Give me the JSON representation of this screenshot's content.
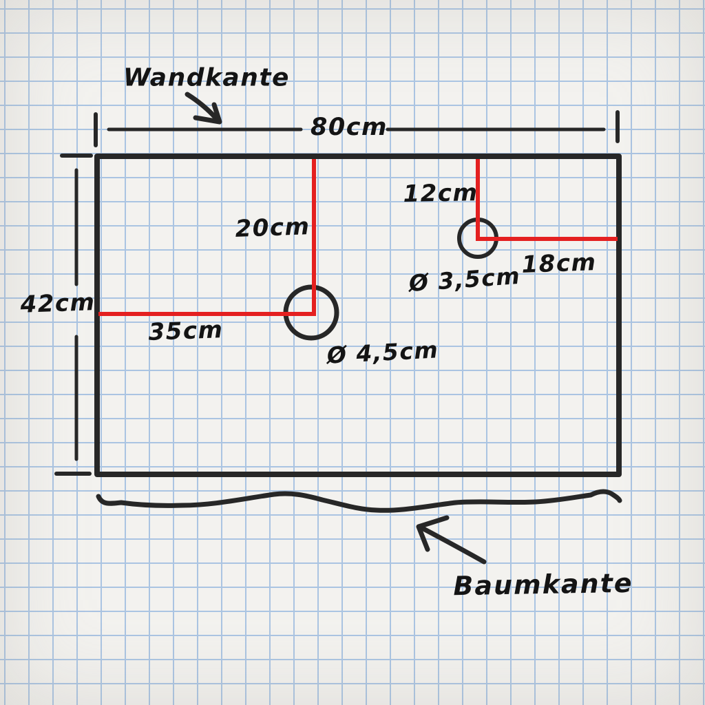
{
  "sketch": {
    "annotations": {
      "wall_edge_label": "Wandkante",
      "board_edge_label": "Baumkante"
    },
    "dimensions": {
      "width": "80cm",
      "height": "42cm",
      "hole1": {
        "from_top": "20cm",
        "from_left": "35cm",
        "diameter": "Ø 4,5cm"
      },
      "hole2": {
        "from_top": "12cm",
        "from_right": "18cm",
        "diameter": "Ø 3,5cm"
      }
    },
    "colors": {
      "paper": "#f3f2ef",
      "grid_blue": "#aac4e2",
      "ink": "#272727",
      "measure_red": "#e42020"
    }
  }
}
